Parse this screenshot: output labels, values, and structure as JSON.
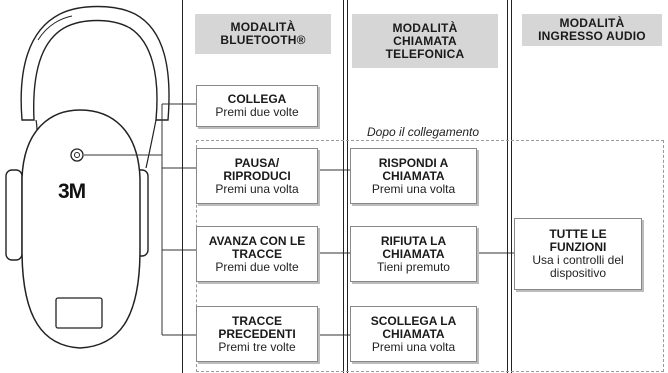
{
  "headers": {
    "bluetooth": "MODALITÀ\nBLUETOOTH®",
    "phone": "MODALITÀ\nCHIAMATA\nTELEFONICA",
    "audio": "MODALITÀ\nINGRESSO AUDIO"
  },
  "note": "Dopo il collegamento",
  "logo": "3M",
  "boxes": {
    "collega": {
      "title": "COLLEGA",
      "sub": "Premi due volte"
    },
    "pausa": {
      "title": "PAUSA/\nRIPRODUCI",
      "sub": "Premi una volta"
    },
    "avanza": {
      "title": "AVANZA CON LE\nTRACCE",
      "sub": "Premi due volte"
    },
    "precedenti": {
      "title": "TRACCE\nPRECEDENTI",
      "sub": "Premi tre volte"
    },
    "rispondi": {
      "title": "RISPONDI A\nCHIAMATA",
      "sub": "Premi una volta"
    },
    "rifiuta": {
      "title": "RIFIUTA LA\nCHIAMATA",
      "sub": "Tieni premuto"
    },
    "scollega": {
      "title": "SCOLLEGA LA\nCHIAMATA",
      "sub": "Premi una volta"
    },
    "tutte": {
      "title": "TUTTE LE\nFUNZIONI",
      "sub": "Usa i controlli del\ndispositivo"
    }
  }
}
